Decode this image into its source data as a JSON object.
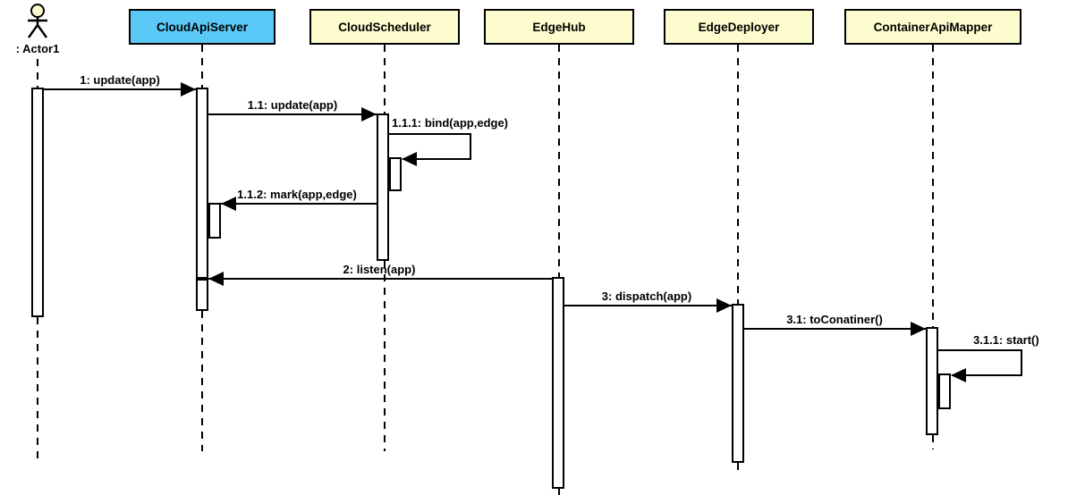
{
  "diagram": {
    "type": "uml-sequence-diagram",
    "actor": {
      "name": ": Actor1"
    },
    "participants": [
      {
        "name": "CloudApiServer",
        "fill": "#5BC9F8"
      },
      {
        "name": "CloudScheduler",
        "fill": "#FCFCCE"
      },
      {
        "name": "EdgeHub",
        "fill": "#FCFCCE"
      },
      {
        "name": "EdgeDeployer",
        "fill": "#FCFCCE"
      },
      {
        "name": "ContainerApiMapper",
        "fill": "#FCFCCE"
      }
    ],
    "messages": [
      {
        "label": "1: update(app)",
        "from": "Actor1",
        "to": "CloudApiServer",
        "kind": "call"
      },
      {
        "label": "1.1: update(app)",
        "from": "CloudApiServer",
        "to": "CloudScheduler",
        "kind": "call"
      },
      {
        "label": "1.1.1: bind(app,edge)",
        "from": "CloudScheduler",
        "to": "CloudScheduler",
        "kind": "self"
      },
      {
        "label": "1.1.2: mark(app,edge)",
        "from": "CloudScheduler",
        "to": "CloudApiServer",
        "kind": "call"
      },
      {
        "label": "2: listen(app)",
        "from": "EdgeHub",
        "to": "CloudApiServer",
        "kind": "call"
      },
      {
        "label": "3: dispatch(app)",
        "from": "EdgeHub",
        "to": "EdgeDeployer",
        "kind": "call"
      },
      {
        "label": "3.1: toConatiner()",
        "from": "EdgeDeployer",
        "to": "ContainerApiMapper",
        "kind": "call"
      },
      {
        "label": "3.1.1: start()",
        "from": "ContainerApiMapper",
        "to": "ContainerApiMapper",
        "kind": "self"
      }
    ],
    "colors": {
      "header_blue": "#5BC9F8",
      "header_yellow": "#FCFCCE",
      "line": "#000000",
      "background": "#FFFFFF"
    }
  }
}
